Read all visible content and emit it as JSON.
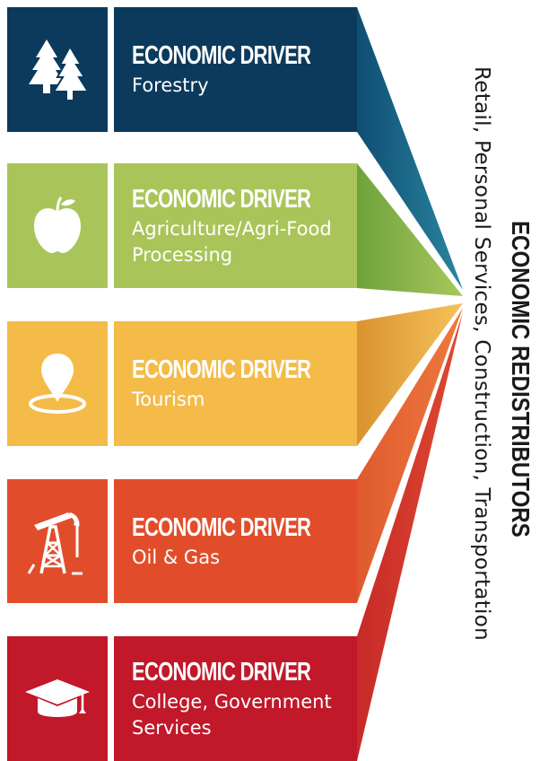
{
  "drivers": [
    {
      "title": "ECONOMIC DRIVER",
      "subtitle": "Forestry",
      "icon": "trees-icon",
      "color": "#0b3a5c",
      "fan_color": "#1c6f8c"
    },
    {
      "title": "ECONOMIC DRIVER",
      "subtitle": "Agriculture/Agri-Food Processing",
      "icon": "apple-icon",
      "color": "#a9c55a",
      "fan_color": "#7fae45"
    },
    {
      "title": "ECONOMIC DRIVER",
      "subtitle": "Tourism",
      "icon": "location-pin-icon",
      "color": "#f4bb49",
      "fan_color": "#e8a33b"
    },
    {
      "title": "ECONOMIC DRIVER",
      "subtitle": "Oil & Gas",
      "icon": "oil-pump-icon",
      "color": "#e14d2a",
      "fan_color": "#e96a38"
    },
    {
      "title": "ECONOMIC DRIVER",
      "subtitle": "College, Government Services",
      "icon": "graduation-cap-icon",
      "color": "#c1182a",
      "fan_color": "#d63a2c"
    }
  ],
  "redistributors": {
    "title": "ECONOMIC REDISTRIBUTORS",
    "subtitle": "Retail, Personal Services, Construction, Transportation"
  }
}
